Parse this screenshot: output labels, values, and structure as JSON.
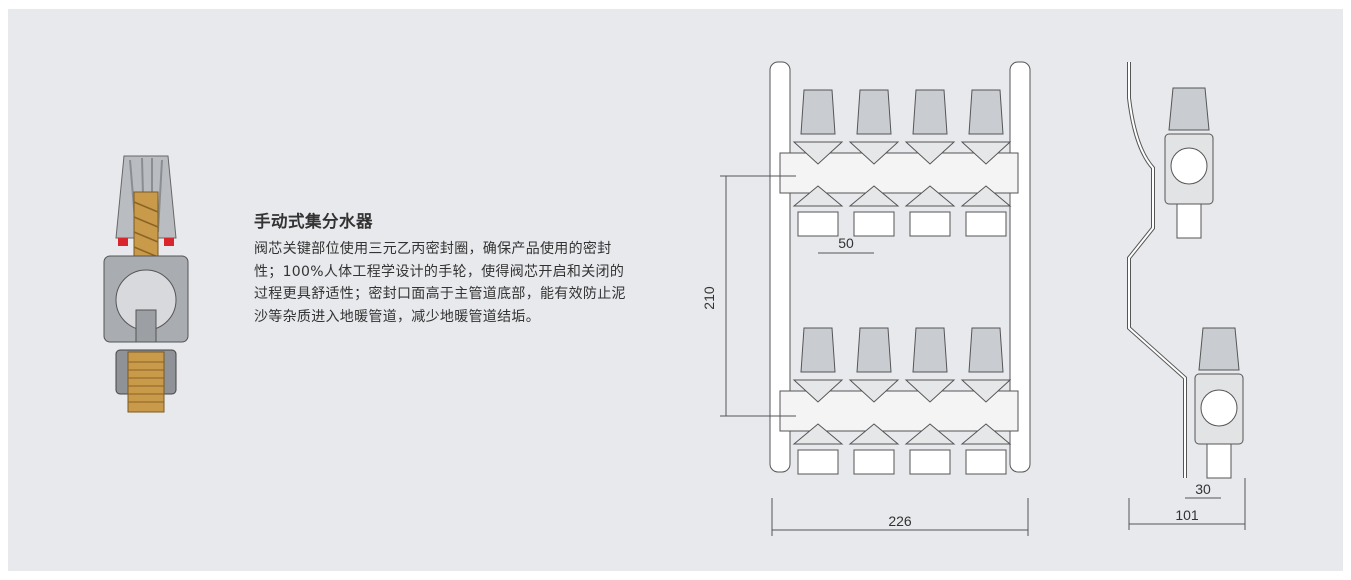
{
  "product": {
    "title": "手动式集分水器",
    "description": "阀芯关键部位使用三元乙丙密封圈，确保产品使用的密封性；100%人体工程学设计的手轮，使得阀芯开启和关闭的过程更具舒适性；密封口面高于主管道底部，能有效防止泥沙等杂质进入地暖管道，减少地暖管道结垢。"
  },
  "dimensions": {
    "spacing": "50",
    "height": "210",
    "width": "226",
    "depth": "101",
    "offset": "30"
  },
  "colors": {
    "panel": "#e8e9ec",
    "text": "#333333",
    "brass": "#b58a3c",
    "seal": "#d8262c",
    "line": "#555555"
  }
}
